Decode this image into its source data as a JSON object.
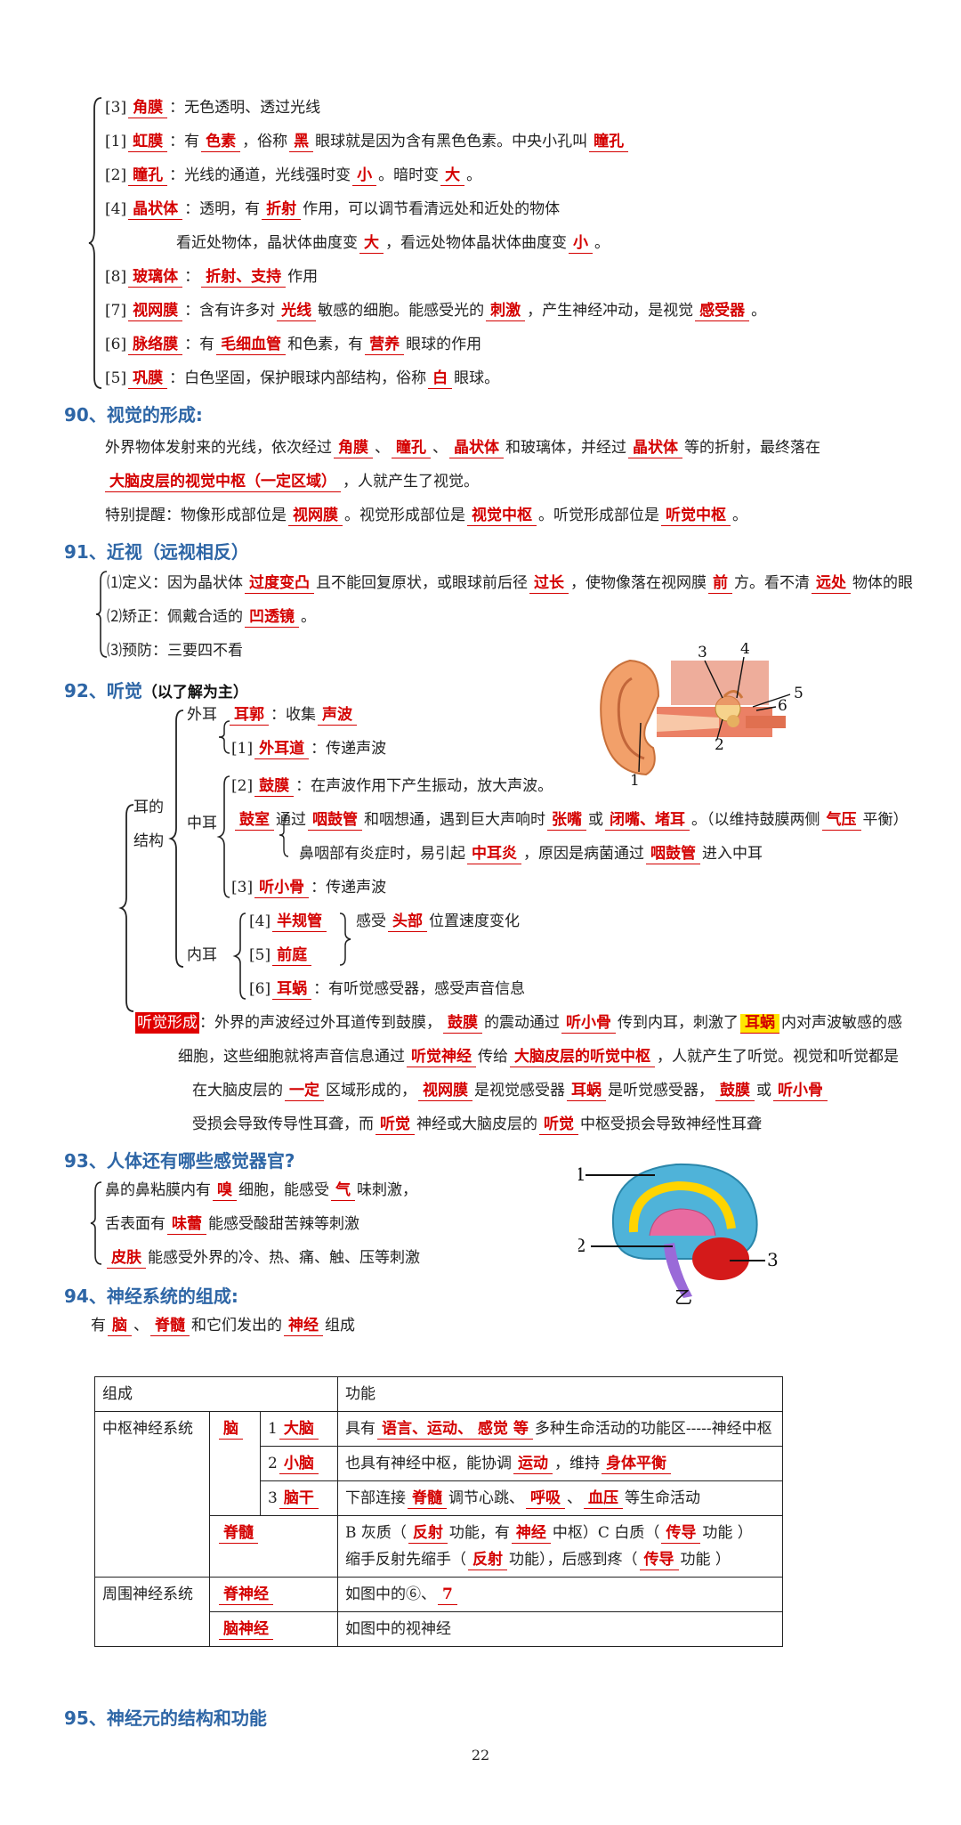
{
  "eye": {
    "l1": {
      "idx": "[3]",
      "a": "角膜",
      "t": "：无色透明、透过光线"
    },
    "l2": {
      "idx": "[1]",
      "a": "虹膜",
      "t1": "：有",
      "b": "色素",
      "t2": "，俗称",
      "c": "黑",
      "t3": "眼球就是因为含有黑色色素。中央小孔叫",
      "d": "瞳孔"
    },
    "l3": {
      "idx": "[2]",
      "a": "瞳孔",
      "t1": "：光线的通道，光线强时变",
      "b": "小",
      "t2": "。暗时变",
      "c": "大",
      "t3": "。"
    },
    "l4": {
      "idx": "[4]",
      "a": "晶状体",
      "t1": "：透明，有",
      "b": "折射",
      "t2": "作用，可以调节看清远处和近处的物体"
    },
    "l5": {
      "t1": "看近处物体，晶状体曲度变",
      "a": "大",
      "t2": "，看远处物体晶状体曲度变",
      "b": "小",
      "t3": "。"
    },
    "l6": {
      "idx": "[8]",
      "a": "玻璃体",
      "t1": "：",
      "b": "折射、支持",
      "t2": "作用"
    },
    "l7": {
      "idx": "[7]",
      "a": "视网膜",
      "t1": "：含有许多对",
      "b": "光线",
      "t2": "敏感的细胞。能感受光的",
      "c": "刺激",
      "t3": "，产生神经冲动，是视觉",
      "d": "感受器",
      "t4": "。"
    },
    "l8": {
      "idx": "[6]",
      "a": "脉络膜",
      "t1": "：有",
      "b": "毛细血管",
      "t2": "和色素，有",
      "c": "营养",
      "t3": "眼球的作用"
    },
    "l9": {
      "idx": "[5]",
      "a": "巩膜",
      "t1": "：白色坚固，保护眼球内部结构，俗称",
      "b": "白",
      "t2": "眼球。"
    }
  },
  "s90": {
    "title": "90、视觉的形成:",
    "p1": {
      "t1": "外界物体发射来的光线，依次经过",
      "a": "角膜",
      "t2": "、",
      "b": "瞳孔",
      "t3": "、",
      "c": "晶状体",
      "t4": "和玻璃体，并经过",
      "d": "晶状体",
      "t5": "等的折射，最终落在"
    },
    "p2": {
      "a": "大脑皮层的视觉中枢（一定区域）",
      "t1": "，人就产生了视觉。"
    },
    "p3": {
      "t1": "特别提醒：物像形成部位是",
      "a": "视网膜",
      "t2": "。视觉形成部位是",
      "b": "视觉中枢",
      "t3": "。听觉形成部位是",
      "c": "听觉中枢",
      "t4": "。"
    }
  },
  "s91": {
    "title": "91、近视（远视相反）",
    "l1": {
      "t1": "⑴定义：因为晶状体",
      "a": "过度变凸",
      "t2": "且不能回复原状，或眼球前后径",
      "b": "过长",
      "t3": "，使物像落在视网膜",
      "c": "前",
      "t4": "方。看不清",
      "d": "远处",
      "t5": "物体的眼"
    },
    "l2": {
      "t1": "⑵矫正：佩戴合适的",
      "a": "凹透镜",
      "t2": "。"
    },
    "l3": {
      "t1": "⑶预防：三要四不看"
    }
  },
  "s92": {
    "title": "92、听觉",
    "subtitle": "（以了解为主）",
    "outer": "外耳",
    "middle": "中耳",
    "inner": "内耳",
    "struct1": "耳的",
    "struct2": "结构",
    "e1": {
      "a": "耳郭",
      "t1": "：收集",
      "b": "声波"
    },
    "e2": {
      "idx": "[1]",
      "a": "外耳道",
      "t1": "：传递声波"
    },
    "m1": {
      "idx": "[2]",
      "a": "鼓膜",
      "t1": "：在声波作用下产生振动，放大声波。"
    },
    "m2": {
      "a": "鼓室",
      "t1": "通过",
      "b": "咽鼓管",
      "t2": "和咽想通，遇到巨大声响时",
      "c": "张嘴",
      "t3": "或",
      "d": "闭嘴、堵耳",
      "t4": "。（以维持鼓膜两侧",
      "e": "气压",
      "t5": "平衡）"
    },
    "m3": {
      "t1": "鼻咽部有炎症时，易引起",
      "a": "中耳炎",
      "t2": "，原因是病菌通过",
      "b": "咽鼓管",
      "t3": "进入中耳"
    },
    "m4": {
      "idx": "[3]",
      "a": "听小骨",
      "t1": "：传递声波"
    },
    "i1": {
      "idx": "[4]",
      "a": "半规管"
    },
    "i2": {
      "idx": "[5]",
      "a": "前庭"
    },
    "i12": {
      "t1": "感受",
      "a": "头部",
      "t2": "位置速度变化"
    },
    "i3": {
      "idx": "[6]",
      "a": "耳蜗",
      "t1": "：有听觉感受器，感受声音信息"
    },
    "f1": {
      "tag": "听觉形成",
      "t1": "：外界的声波经过外耳道传到鼓膜，",
      "a": "鼓膜",
      "t2": "的震动通过",
      "b": "听小骨",
      "t3": "传到内耳，刺激了",
      "c": "耳蜗",
      "t4": "内对声波敏感的感"
    },
    "f2": {
      "t1": "细胞，这些细胞就将声音信息通过",
      "a": "听觉神经",
      "t2": "传给",
      "b": "大脑皮层的听觉中枢",
      "t3": "，人就产生了听觉。视觉和听觉都是"
    },
    "f3": {
      "t1": "在大脑皮层的",
      "a": "一定",
      "t2": "区域形成的，",
      "b": "视网膜",
      "t3": "是视觉感受器",
      "c": "耳蜗",
      "t4": "是听觉感受器，",
      "d": "鼓膜",
      "t5": "或",
      "e": "听小骨"
    },
    "f4": {
      "t1": "受损会导致传导性耳聋，而",
      "a": "听觉",
      "t2": "神经或大脑皮层的",
      "b": "听觉",
      "t3": "中枢受损会导致神经性耳聋"
    },
    "fig_labels": [
      "1",
      "2",
      "3",
      "4",
      "5",
      "6"
    ]
  },
  "s93": {
    "title": "93、人体还有哪些感觉器官?",
    "l1": {
      "t1": "鼻的鼻粘膜内有",
      "a": "嗅",
      "t2": "细胞，能感受",
      "b": "气",
      "t3": "味刺激，"
    },
    "l2": {
      "t1": "舌表面有",
      "a": "味蕾",
      "t2": "能感受酸甜苦辣等刺激"
    },
    "l3": {
      "a": "皮肤",
      "t1": "能感受外界的冷、热、痛、触、压等刺激"
    },
    "fig_labels": [
      "1",
      "2",
      "3",
      "乙"
    ]
  },
  "s94": {
    "title": "94、神经系统的组成:",
    "l1": {
      "t1": "有",
      "a": "脑",
      "t2": "、",
      "b": "脊髓",
      "t3": "和它们发出的",
      "c": "神经",
      "t4": "组成"
    },
    "table": {
      "h1": "组成",
      "h2": "功能",
      "cns": "中枢神经系统",
      "brain": "脑",
      "n1": "1",
      "cerebrum": "大脑",
      "f1a": "具有",
      "f1b": "语言、运动、 感觉 等",
      "f1c": "多种生命活动的功能区-----神经中枢",
      "n2": "2",
      "cerebellum": "小脑",
      "f2a": "也具有神经中枢，能协调",
      "f2b": "运动",
      "f2c": "，维持",
      "f2d": "身体平衡",
      "n3": "3",
      "brainstem": "脑干",
      "f3a": "下部连接",
      "f3b": "脊髓",
      "f3c": "调节心跳、",
      "f3d": "呼吸",
      "f3e": "、",
      "f3f": "血压",
      "f3g": "等生命活动",
      "spinal": "脊髓",
      "f4a": "B 灰质（",
      "f4b": "反射",
      "f4c": "功能，有",
      "f4d": "神经",
      "f4e": "中枢）C 白质（",
      "f4f": "传导",
      "f4g": "功能 ）",
      "f5a": "缩手反射先缩手（",
      "f5b": "反射",
      "f5c": "功能），后感到疼（",
      "f5d": "传导",
      "f5e": "功能 ）",
      "pns": "周围神经系统",
      "spnerve": "脊神经",
      "f6a": "如图中的⑥、",
      "f6b": "7",
      "crnerve": "脑神经",
      "f7": "如图中的视神经"
    }
  },
  "s95": {
    "title": "95、神经元的结构和功能"
  },
  "page_number": "22"
}
